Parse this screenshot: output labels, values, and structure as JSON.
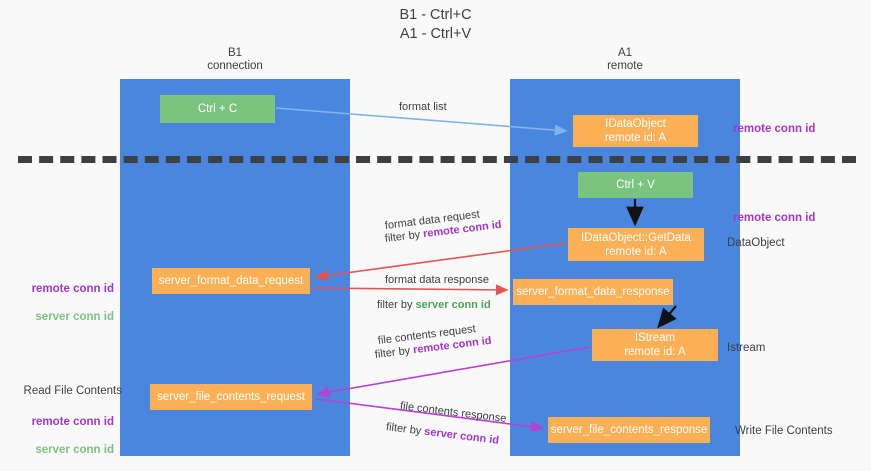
{
  "title": "B1 - Ctrl+C\nA1 - Ctrl+V",
  "columns": {
    "left": "B1\nconnection",
    "right": "A1\nremote"
  },
  "nodes": {
    "ctrl_c": "Ctrl + C",
    "dataobject": "IDataObject\nremote id: A",
    "ctrl_v": "Ctrl + V",
    "getdata": "IDataObject::GetData\nremote id: A",
    "format_data_request": "server_format_data_request",
    "format_data_response": "server_format_data_response",
    "istream": "IStream\nremote id: A",
    "file_contents_request": "server_file_contents_request",
    "file_contents_response": "server_file_contents_response"
  },
  "edge_labels": {
    "format_list": "format list",
    "format_data_request": "format data request",
    "format_data_request_filter_prefix": "filter by ",
    "format_data_request_filter_id": "remote conn id",
    "format_data_response": "format data response",
    "format_data_response_filter_prefix": "filter by ",
    "format_data_response_filter_id": "server conn id",
    "file_contents_request": "file contents request",
    "file_contents_request_filter_prefix": "filter by ",
    "file_contents_request_filter_id": "remote conn id",
    "file_contents_response": "file contents response",
    "file_contents_response_filter_prefix": "filter by ",
    "file_contents_response_filter_id": "server conn id"
  },
  "annotations": {
    "remote_conn_id_top": "remote conn id",
    "remote_conn_id_mid": "remote conn id",
    "dataobject_label": "DataObject",
    "istream_label": "Istream",
    "write_file_contents": "Write File Contents",
    "read_file_contents": "Read File Contents",
    "remote_conn_id_left": "remote conn id",
    "server_conn_id_left": "server conn id",
    "remote_conn_id_left2": "remote conn id",
    "server_conn_id_left2": "server conn id"
  },
  "colors": {
    "lane": "#4a86dd",
    "node_green": "#7ac47f",
    "node_orange": "#fbb055",
    "accent_purple": "#a336c8",
    "accent_green": "#7ac47f",
    "arrow_red": "#e8534f",
    "arrow_magenta": "#b93fd6",
    "arrow_blue": "#7fb5e8",
    "background": "#f9f9f9"
  }
}
